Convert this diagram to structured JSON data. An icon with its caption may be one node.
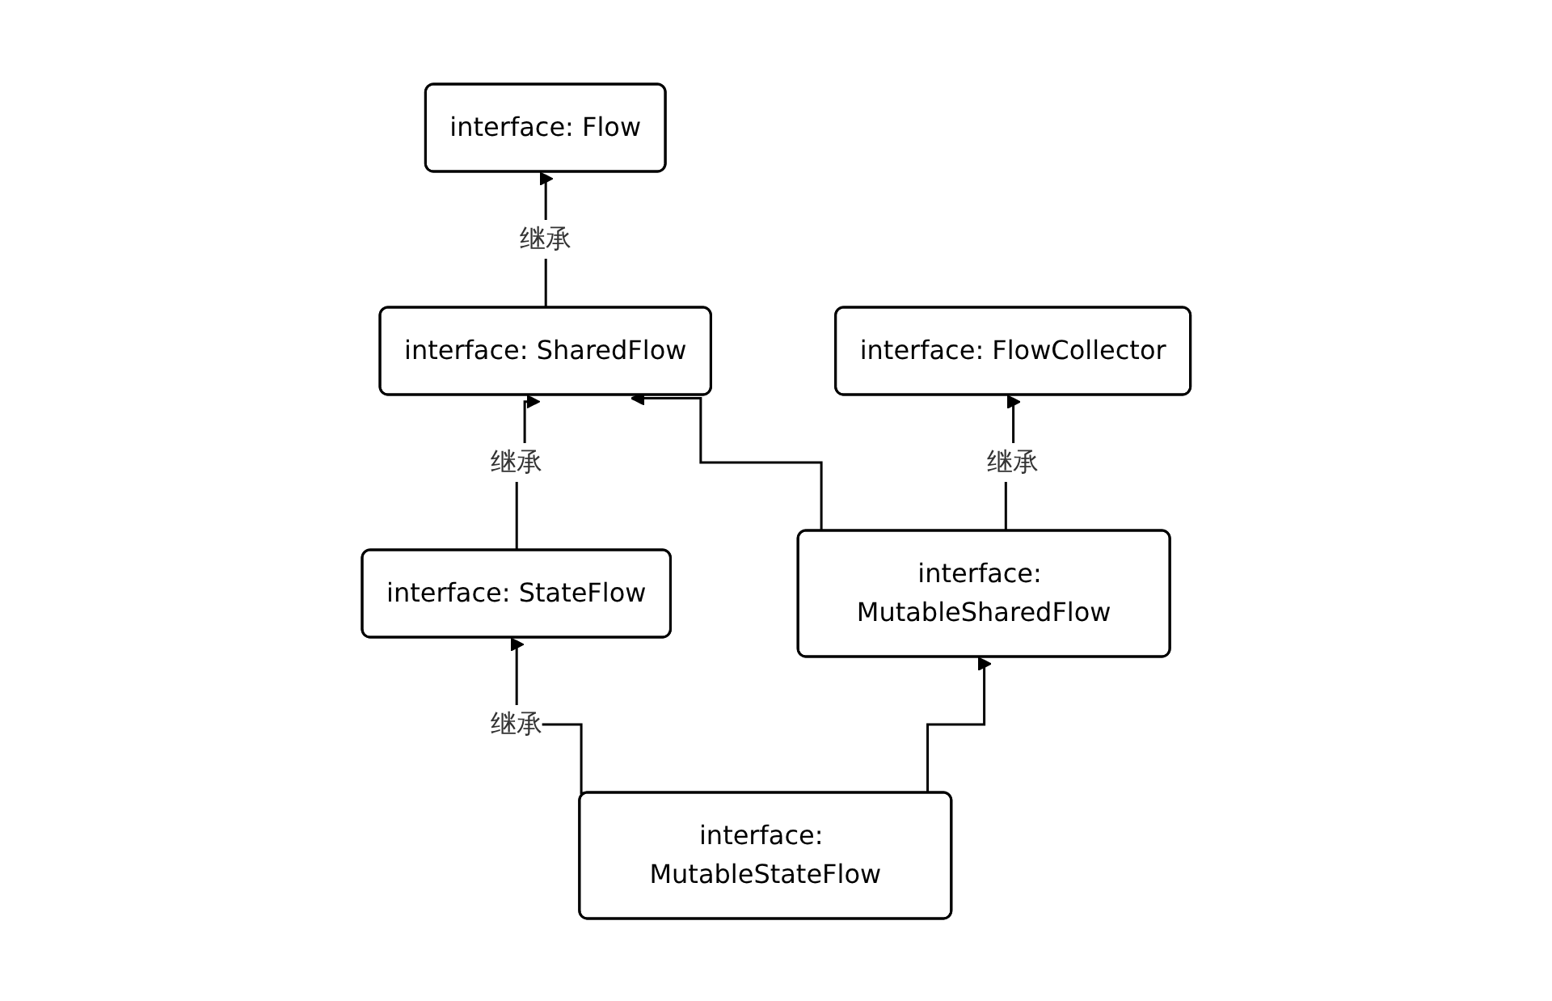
{
  "diagram": {
    "nodes": [
      {
        "text": [
          "interface: Flow"
        ]
      },
      {
        "text": [
          "interface: SharedFlow"
        ]
      },
      {
        "text": [
          "interface: FlowCollector"
        ]
      },
      {
        "text": [
          "interface: StateFlow"
        ]
      },
      {
        "text": [
          "interface: MutableSharedFlow"
        ]
      },
      {
        "text": [
          "interface: MutableStateFlow"
        ]
      }
    ],
    "edges": [
      {
        "from": 1,
        "to": 0,
        "arrow": "to",
        "label": "继承"
      },
      {
        "from": 3,
        "to": 1,
        "arrow": "to",
        "label": "继承"
      },
      {
        "from": 4,
        "to": 1,
        "arrow": "to"
      },
      {
        "from": 4,
        "to": 2,
        "arrow": "to",
        "label": "继承"
      },
      {
        "from": 5,
        "to": 3,
        "arrow": "to",
        "label": "继承"
      },
      {
        "from": 5,
        "to": 4,
        "arrow": "to"
      }
    ]
  }
}
